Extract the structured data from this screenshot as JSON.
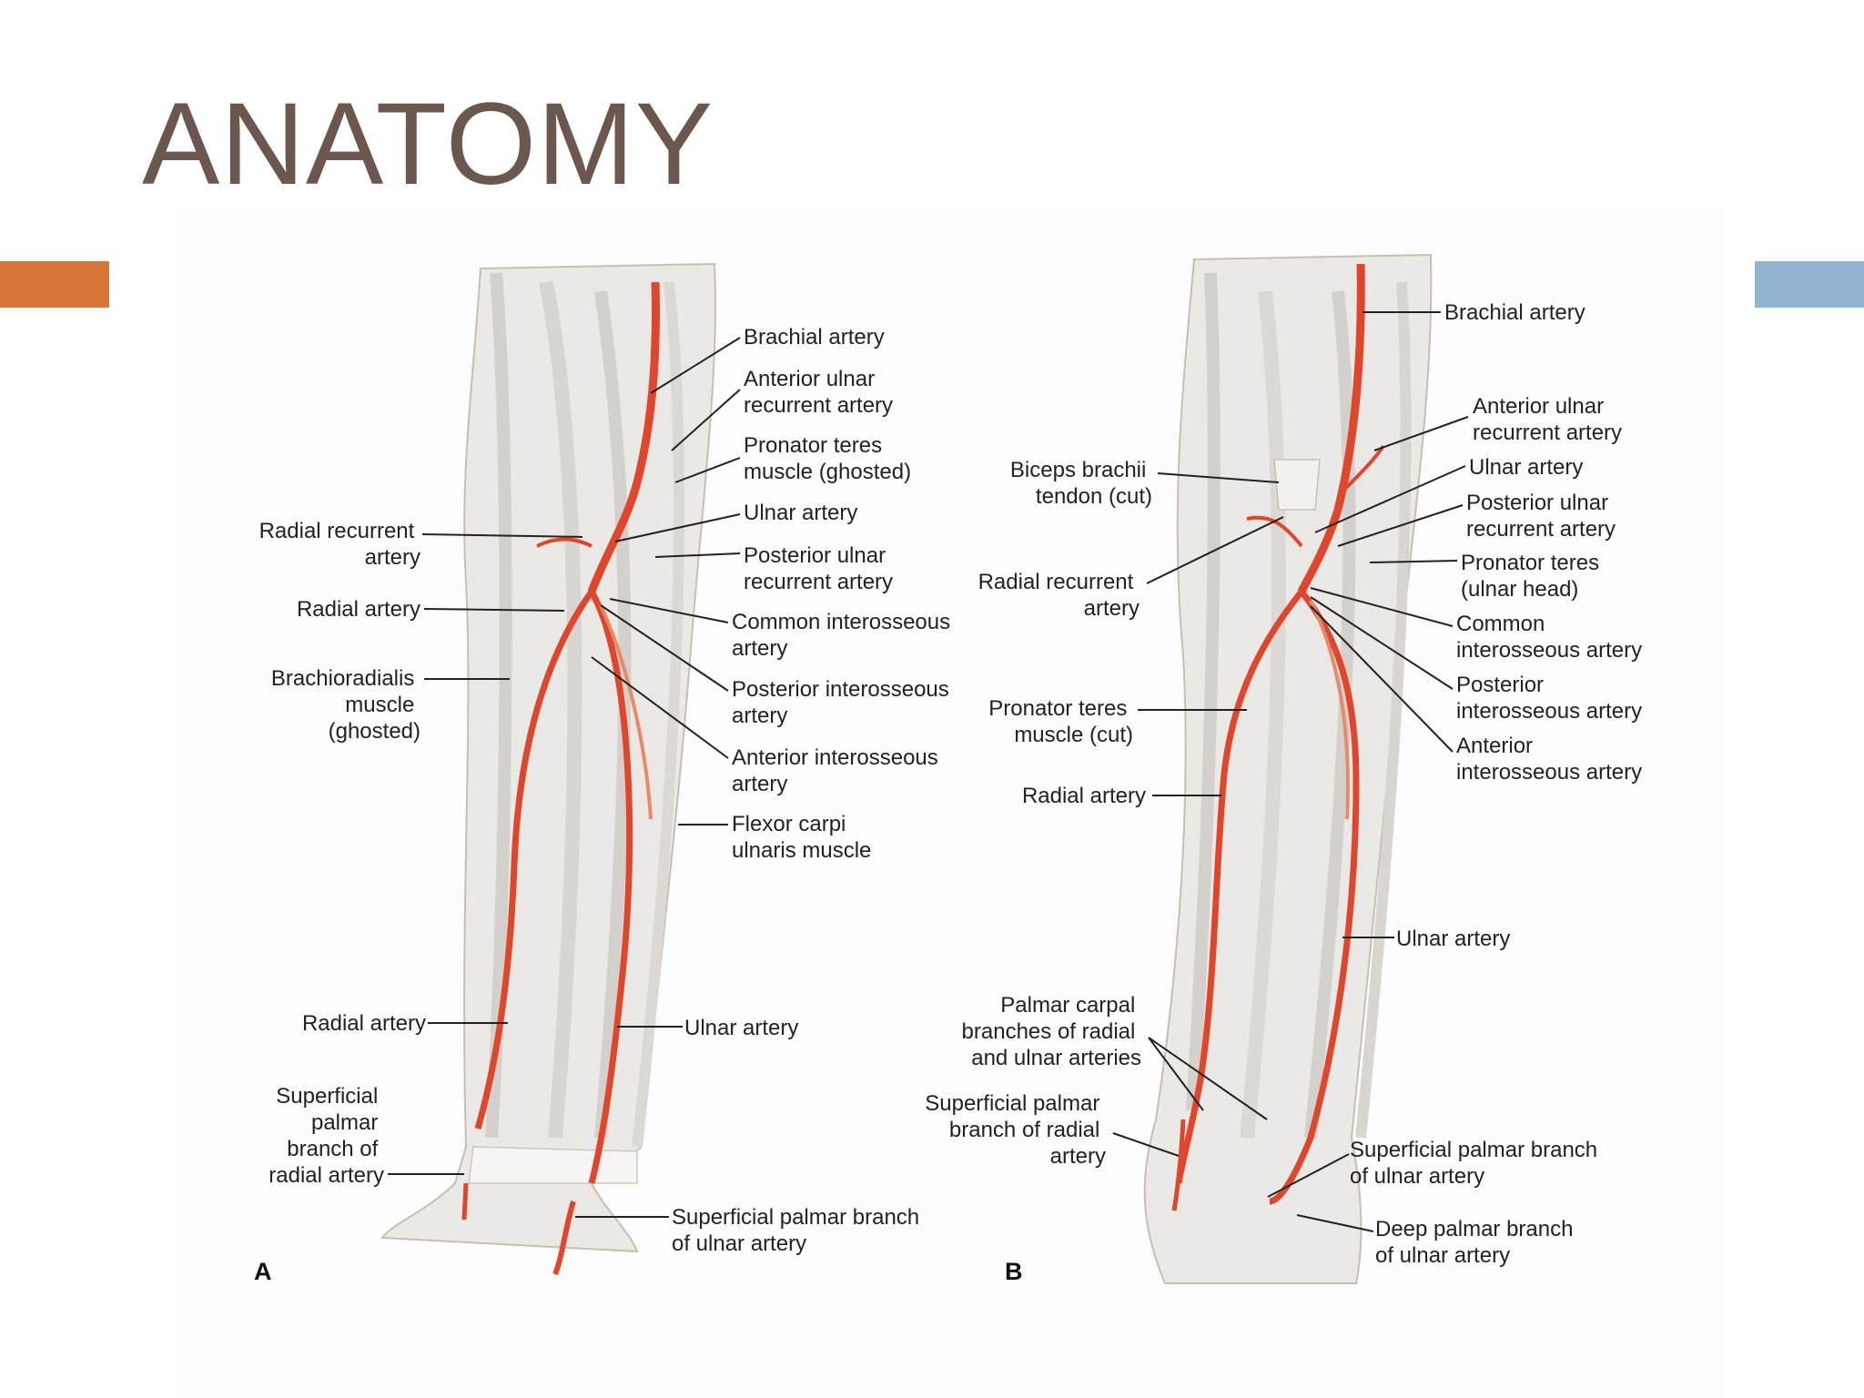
{
  "slide": {
    "title": "ANATOMY",
    "colors": {
      "title": "#6b574d",
      "accent_left": "#d9773b",
      "accent_right": "#93b5d1",
      "artery": "#e0462b"
    }
  },
  "figure": {
    "panel_a": {
      "letter": "A",
      "labels": {
        "brachial_artery": [
          "Brachial artery"
        ],
        "anterior_ulnar_recurrent": [
          "Anterior ulnar",
          "recurrent artery"
        ],
        "pronator_teres_ghosted": [
          "Pronator teres",
          "muscle (ghosted)"
        ],
        "ulnar_artery_top": [
          "Ulnar artery"
        ],
        "posterior_ulnar_recurrent": [
          "Posterior ulnar",
          "recurrent artery"
        ],
        "common_interosseous": [
          "Common interosseous",
          "artery"
        ],
        "posterior_interosseous": [
          "Posterior interosseous",
          "artery"
        ],
        "anterior_interosseous": [
          "Anterior interosseous",
          "artery"
        ],
        "flexor_carpi_ulnaris": [
          "Flexor carpi",
          "ulnaris muscle"
        ],
        "radial_recurrent": [
          "Radial recurrent",
          "artery"
        ],
        "radial_artery_top": [
          "Radial artery"
        ],
        "brachioradialis": [
          "Brachioradialis",
          "muscle",
          "(ghosted)"
        ],
        "radial_artery_low": [
          "Radial artery"
        ],
        "ulnar_artery_low": [
          "Ulnar artery"
        ],
        "superficial_palmar_radial": [
          "Superficial",
          "palmar",
          "branch of",
          "radial artery"
        ],
        "superficial_palmar_ulnar": [
          "Superficial palmar branch",
          "of ulnar artery"
        ]
      }
    },
    "panel_b": {
      "letter": "B",
      "labels": {
        "brachial_artery": [
          "Brachial artery"
        ],
        "anterior_ulnar_recurrent": [
          "Anterior ulnar",
          "recurrent artery"
        ],
        "ulnar_artery_top": [
          "Ulnar artery"
        ],
        "posterior_ulnar_recurrent": [
          "Posterior ulnar",
          "recurrent artery"
        ],
        "pronator_teres_ulnar_head": [
          "Pronator teres",
          "(ulnar head)"
        ],
        "common_interosseous": [
          "Common",
          "interosseous artery"
        ],
        "posterior_interosseous": [
          "Posterior",
          "interosseous artery"
        ],
        "anterior_interosseous": [
          "Anterior",
          "interosseous artery"
        ],
        "biceps_brachii": [
          "Biceps brachii",
          "tendon (cut)"
        ],
        "radial_recurrent": [
          "Radial recurrent",
          "artery"
        ],
        "pronator_teres_cut": [
          "Pronator teres",
          "muscle (cut)"
        ],
        "radial_artery": [
          "Radial artery"
        ],
        "ulnar_artery_low": [
          "Ulnar artery"
        ],
        "palmar_carpal": [
          "Palmar carpal",
          "branches of radial",
          "and ulnar arteries"
        ],
        "superficial_palmar_radial": [
          "Superficial palmar",
          "branch of radial",
          "artery"
        ],
        "superficial_palmar_ulnar": [
          "Superficial palmar branch",
          "of ulnar artery"
        ],
        "deep_palmar_ulnar": [
          "Deep palmar branch",
          "of ulnar artery"
        ]
      }
    }
  }
}
